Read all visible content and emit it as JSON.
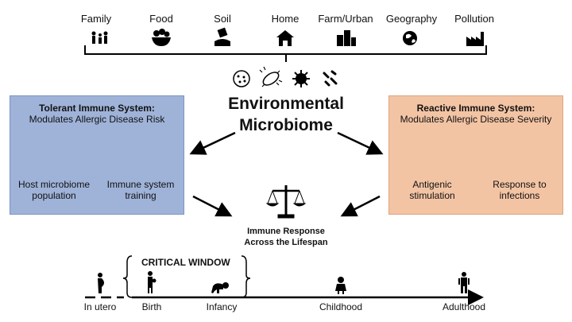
{
  "factors": [
    "Family",
    "Food",
    "Soil",
    "Home",
    "Farm/Urban",
    "Geography",
    "Pollution"
  ],
  "factor_icons": [
    "family-icon",
    "food-bowl-icon",
    "soil-icon",
    "home-icon",
    "city-buildings-icon",
    "globe-icon",
    "factory-icon"
  ],
  "microbe_icons": [
    "round-microbe-icon",
    "bacterium-icon",
    "virus-icon",
    "rod-bacteria-icon"
  ],
  "center": {
    "line1": "Environmental",
    "line2": "Microbiome"
  },
  "left_panel": {
    "title": "Tolerant Immune System:",
    "subtitle": "Modulates Allergic Disease Risk",
    "item1": {
      "line1": "Host microbiome",
      "line2": "population",
      "icon": "stomach-icon"
    },
    "item2": {
      "line1": "Immune system",
      "line2": "training",
      "icon": "shield-virus-icon"
    },
    "color": "#9fb3d9"
  },
  "right_panel": {
    "title": "Reactive Immune System:",
    "subtitle": "Modulates Allergic Disease Severity",
    "item1": {
      "line1": "Antigenic",
      "line2": "stimulation",
      "icon": "lungs-icon"
    },
    "item2": {
      "line1": "Response to",
      "line2": "infections",
      "icon": "coughing-head-icon"
    },
    "color": "#f3c4a4"
  },
  "immune_response": {
    "line1": "Immune Response",
    "line2": "Across the Lifespan",
    "icon": "balance-scale-icon"
  },
  "critical_window": "CRITICAL WINDOW",
  "timeline": [
    "In utero",
    "Birth",
    "Infancy",
    "Childhood",
    "Adulthood"
  ],
  "timeline_icons": [
    "pregnant-icon",
    "parent-baby-icon",
    "crawling-baby-icon",
    "child-icon",
    "adult-icon"
  ]
}
